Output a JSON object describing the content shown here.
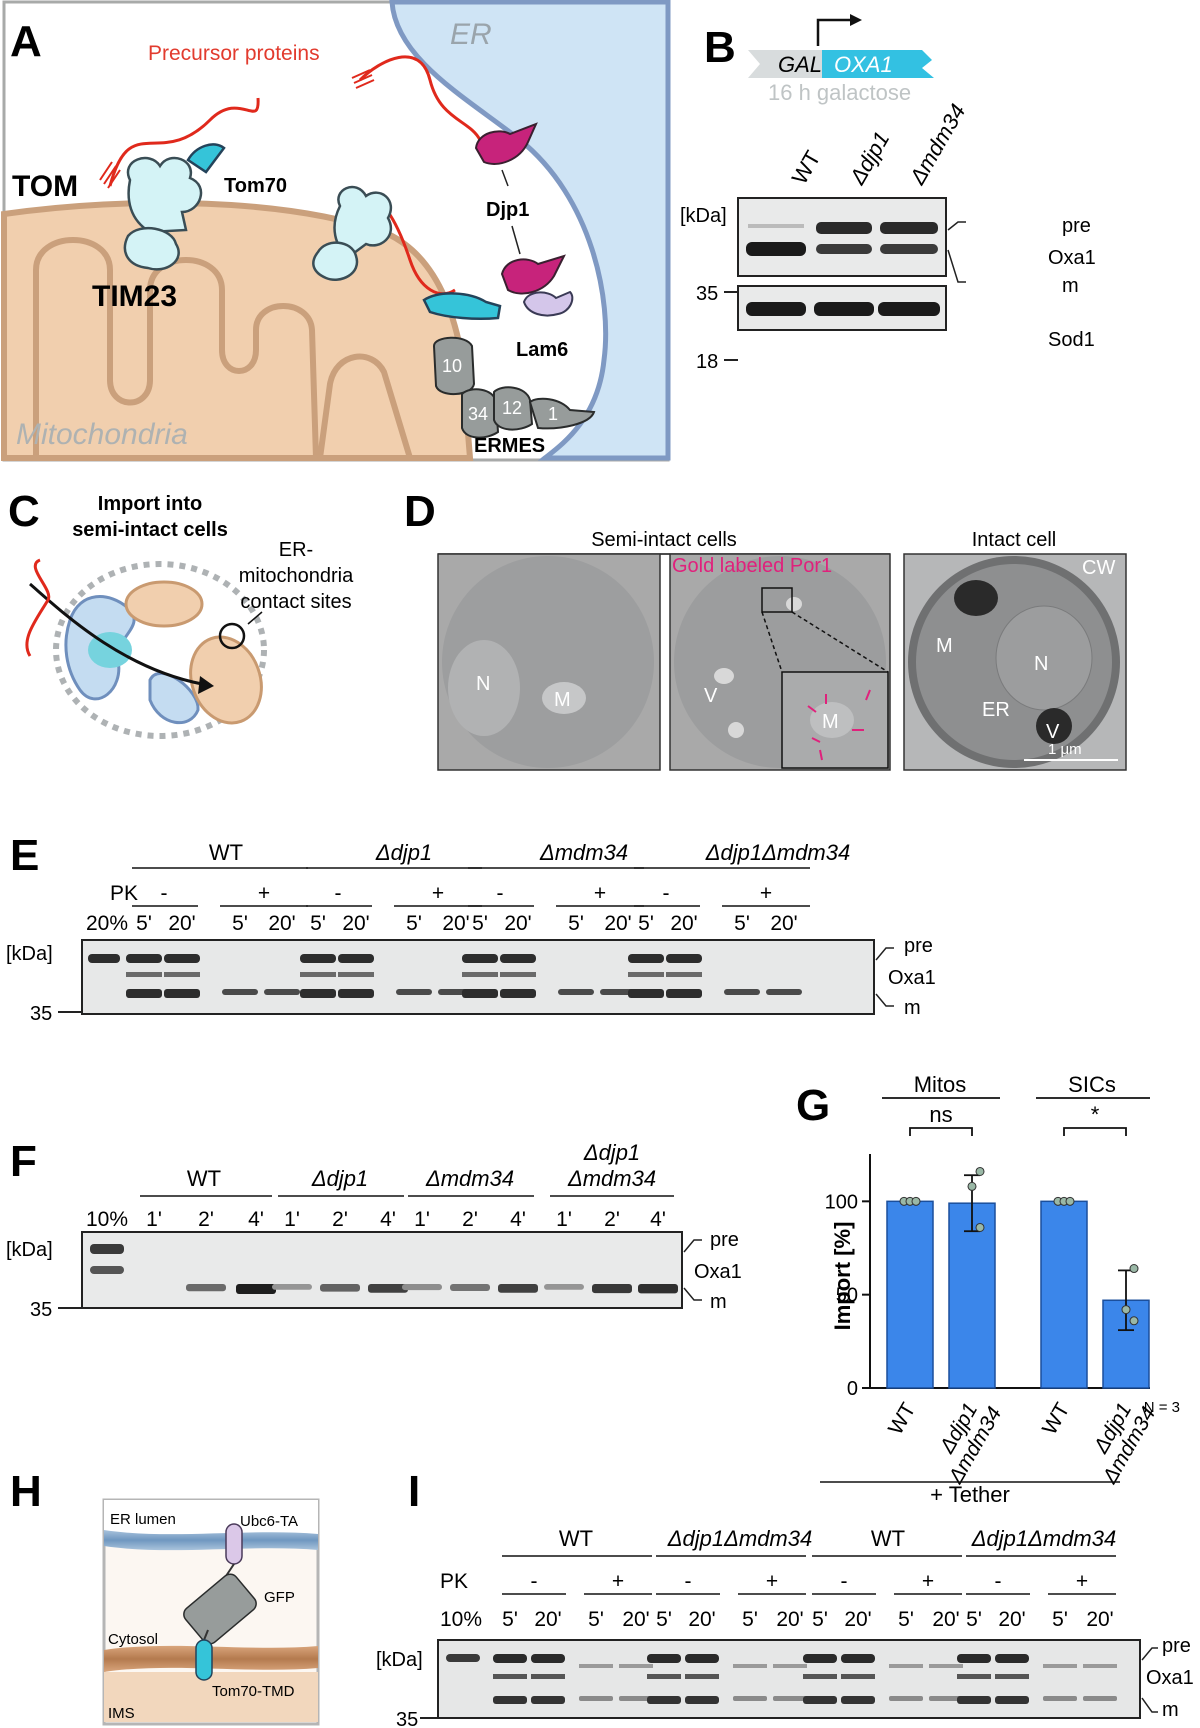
{
  "panels": {
    "A": {
      "letter": "A",
      "precursor": "Precursor proteins",
      "er": "ER",
      "tom": "TOM",
      "tom70": "Tom70",
      "tim23": "TIM23",
      "djp1": "Djp1",
      "lam6": "Lam6",
      "mito": "Mitochondria",
      "ermes": "ERMES",
      "ermes_subunits": [
        "10",
        "34",
        "12",
        "1"
      ]
    },
    "B": {
      "letter": "B",
      "gal": "GAL",
      "oxa1": "OXA1",
      "galactose": "16 h galactose",
      "lanes": [
        "WT",
        "Δdjp1",
        "Δmdm34"
      ],
      "kda": "[kDa]",
      "mw": [
        "35",
        "18"
      ],
      "pre": "pre",
      "oxa": "Oxa1",
      "m": "m",
      "sod1": "Sod1"
    },
    "C": {
      "letter": "C",
      "title1": "Import into",
      "title2": "semi-intact cells",
      "er1": "ER-",
      "er2": "mitochondria",
      "er3": "contact sites"
    },
    "D": {
      "letter": "D",
      "semi": "Semi-intact cells",
      "intact": "Intact cell",
      "gold": "Gold labeled Por1",
      "n": "N",
      "m": "M",
      "v": "V",
      "er": "ER",
      "cw": "CW",
      "scale": "1 μm"
    },
    "E": {
      "letter": "E",
      "groups": [
        "WT",
        "Δdjp1",
        "Δmdm34",
        "Δdjp1Δmdm34"
      ],
      "pk": "PK",
      "minus": "-",
      "plus": "+",
      "input": "20%",
      "times": [
        "5'",
        "20'"
      ],
      "kda": "[kDa]",
      "mw": "35",
      "pre": "pre",
      "oxa": "Oxa1",
      "m": "m"
    },
    "F": {
      "letter": "F",
      "groups": [
        "WT",
        "Δdjp1",
        "Δmdm34"
      ],
      "group4a": "Δdjp1",
      "group4b": "Δmdm34",
      "input": "10%",
      "times": [
        "1'",
        "2'",
        "4'"
      ],
      "kda": "[kDa]",
      "mw": "35",
      "pre": "pre",
      "oxa": "Oxa1",
      "m": "m"
    },
    "H": {
      "letter": "H",
      "er_lumen": "ER lumen",
      "ubc6": "Ubc6-TA",
      "gfp": "GFP",
      "cytosol": "Cytosol",
      "tom70tmd": "Tom70-TMD",
      "ims": "IMS"
    },
    "I": {
      "letter": "I",
      "tether": "+ Tether",
      "groups": [
        "WT",
        "Δdjp1Δmdm34",
        "WT",
        "Δdjp1Δmdm34"
      ],
      "pk": "PK",
      "minus": "-",
      "plus": "+",
      "input": "10%",
      "times": [
        "5'",
        "20'"
      ],
      "kda": "[kDa]",
      "mw": "35",
      "pre": "pre",
      "oxa": "Oxa1",
      "m": "m"
    }
  },
  "chart_data": {
    "type": "bar",
    "panel_letter": "G",
    "groups": [
      "Mitos",
      "SICs"
    ],
    "categories": [
      "WT",
      "Δdjp1 Δmdm34",
      "WT",
      "Δdjp1 Δmdm34"
    ],
    "tick_labels_line1": [
      "WT",
      "Δdjp1",
      "WT",
      "Δdjp1"
    ],
    "tick_labels_line2": [
      "",
      "Δmdm34",
      "",
      "Δmdm34"
    ],
    "values": [
      100,
      99,
      100,
      47
    ],
    "errors": [
      0,
      15,
      0,
      16
    ],
    "points": [
      [
        100,
        100,
        100
      ],
      [
        116,
        108,
        86
      ],
      [
        100,
        100,
        100
      ],
      [
        64,
        42,
        36
      ]
    ],
    "significance": [
      "ns",
      "*"
    ],
    "ylabel": "Import [%]",
    "yticks": [
      0,
      50,
      100
    ],
    "ylim": [
      0,
      120
    ],
    "n_label": "N = 3",
    "bar_color": "#3b86ea",
    "point_color": "#9ab8a6"
  }
}
